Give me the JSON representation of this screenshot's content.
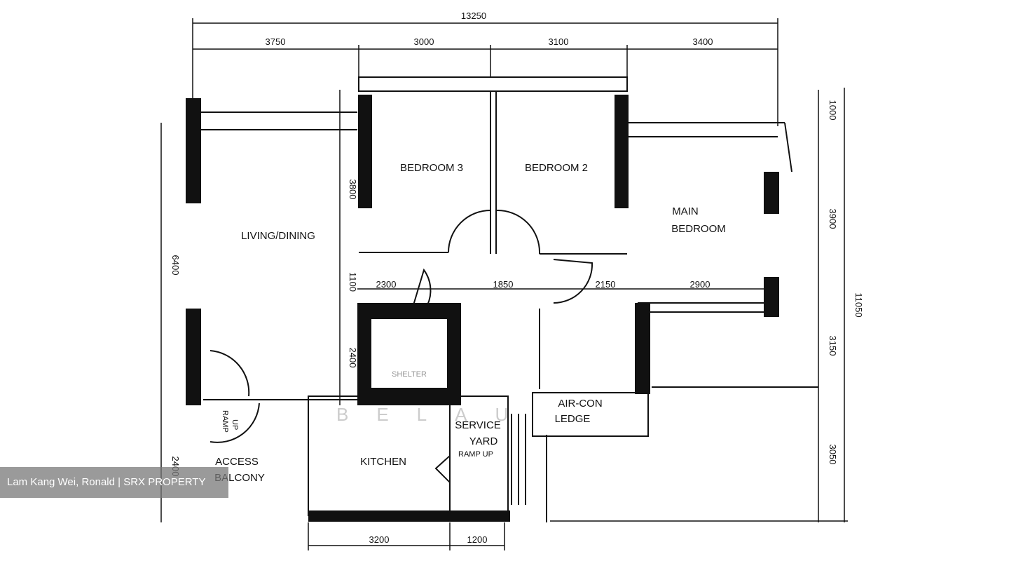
{
  "dimensions": {
    "top_total": "13250",
    "top": [
      "3750",
      "3000",
      "3100",
      "3400"
    ],
    "inner": [
      "2300",
      "1850",
      "2150",
      "2900"
    ],
    "bottom": [
      "3200",
      "1200"
    ],
    "left": [
      "6400",
      "2400"
    ],
    "middle": [
      "3800",
      "1100",
      "2400"
    ],
    "right": [
      "1000",
      "3900",
      "3150",
      "3050"
    ],
    "right_total": "11050"
  },
  "rooms": {
    "bedroom3": "BEDROOM 3",
    "bedroom2": "BEDROOM 2",
    "main_bedroom_1": "MAIN",
    "main_bedroom_2": "BEDROOM",
    "living": "LIVING/DINING",
    "shelter": "SHELTER",
    "aircon_1": "AIR-CON",
    "aircon_2": "LEDGE",
    "service_1": "SERVICE",
    "service_2": "YARD",
    "ramp_up": "RAMP UP",
    "ramp": "RAMP",
    "up": "UP",
    "kitchen": "KITCHEN",
    "access_1": "ACCESS",
    "access_2": "BALCONY"
  },
  "watermark": "BELAU",
  "credit": "Lam Kang Wei, Ronald | SRX PROPERTY"
}
